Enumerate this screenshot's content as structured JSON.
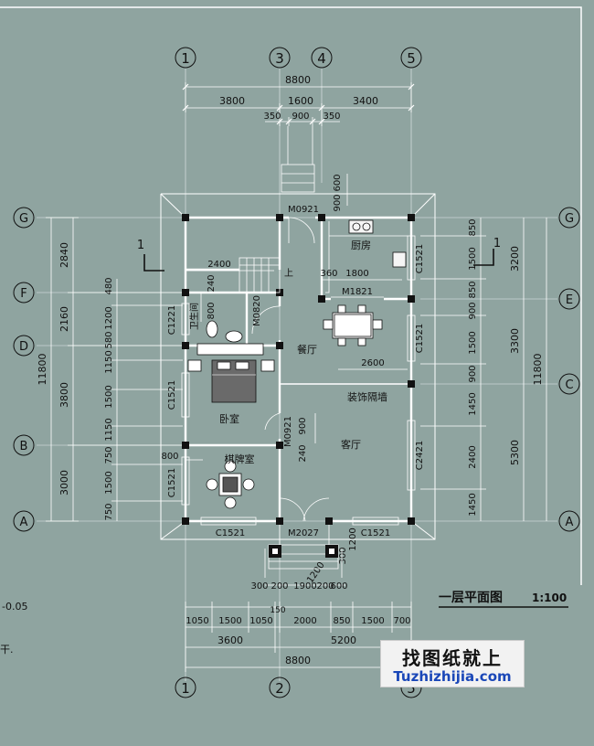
{
  "title": {
    "text": "一层平面图",
    "scale": "1:100"
  },
  "grid_top": [
    "1",
    "3",
    "4",
    "5"
  ],
  "grid_bottom": [
    "1",
    "2",
    "5"
  ],
  "grid_left": [
    "G",
    "F",
    "D",
    "B",
    "A"
  ],
  "grid_right": [
    "G",
    "E",
    "C",
    "A"
  ],
  "dims_top": {
    "overall": "8800",
    "segments": [
      "3800",
      "1600",
      "3400"
    ],
    "stair": [
      "350",
      "900",
      "350"
    ],
    "entry_v": [
      "900",
      "600"
    ]
  },
  "dims_bottom": {
    "row1": [
      "1050",
      "1500",
      "1050",
      "150",
      "2000",
      "850",
      "1500",
      "700"
    ],
    "row2": [
      "3600",
      "5200"
    ],
    "overall": "8800",
    "porch": [
      "300",
      "200",
      "1900",
      "200",
      "600"
    ],
    "porch_v": [
      "300",
      "1200"
    ],
    "porch_diag": "1200"
  },
  "dims_left": {
    "overall": "11800",
    "mid": [
      "2840",
      "2160",
      "3800",
      "3000"
    ],
    "inner": [
      "480",
      "1200",
      "580",
      "1150",
      "1500",
      "1150",
      "750",
      "1500",
      "750"
    ]
  },
  "dims_right": {
    "overall": "11800",
    "mid": [
      "3200",
      "3300",
      "5300"
    ],
    "inner": [
      "850",
      "1500",
      "850",
      "900",
      "1500",
      "900",
      "1450",
      "2400",
      "1450"
    ]
  },
  "rooms": {
    "kitchen": "厨房",
    "toilet": "卫生间",
    "dining": "餐厅",
    "bedroom": "卧室",
    "living": "客厅",
    "chess": "棋牌室",
    "partition": "装饰隔墙",
    "up": "上"
  },
  "labels": {
    "door_top": "M0921",
    "door_kitchen": "M1821",
    "door_toilet": "M0820",
    "door_bed": "M0921",
    "door_main": "M2027",
    "win_kitchen": "C1521",
    "win_top_left": "C1221",
    "win_dining": "C1521",
    "win_bed": "C1521",
    "win_chess": "C1521",
    "win_living": "C2421",
    "win_bottom_left": "C1521",
    "win_bottom_right": "C1521"
  },
  "inner_dims": {
    "stair_w": "2400",
    "stair_h": "240",
    "kitchen_door": "1800",
    "kitchen_offset": "360",
    "toilet_w": "800",
    "dining_w": "2600",
    "chess_w": "800",
    "bed_door_v": "900",
    "bed_door_w": "240"
  },
  "section": {
    "left": "1",
    "right": "1"
  },
  "fragments": {
    "level": "-0.05",
    "cut": "干."
  },
  "watermark": {
    "cn": "找图纸就上",
    "url": "Tuzhizhijia.com"
  }
}
